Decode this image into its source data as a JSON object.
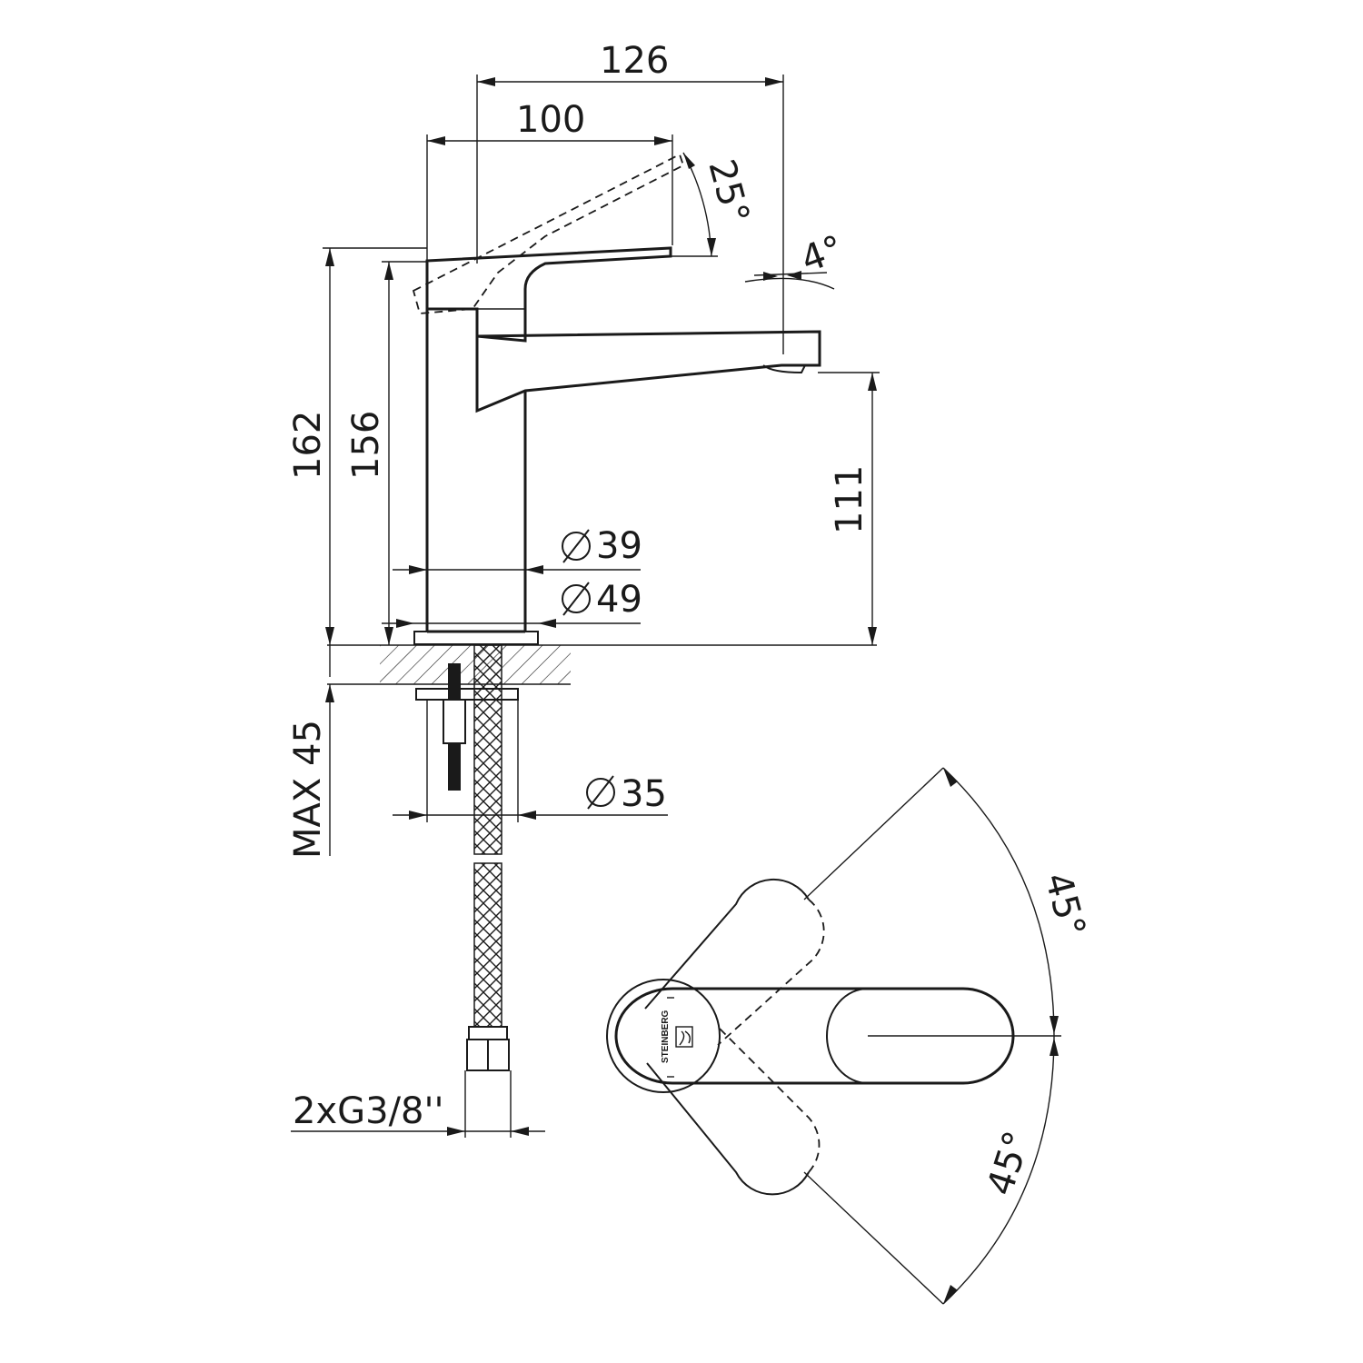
{
  "dimensions": {
    "overall_width": "126",
    "handle_width": "100",
    "handle_tilt_angle": "25°",
    "spout_angle": "4°",
    "total_height": "162",
    "body_height": "156",
    "spout_height": "111",
    "body_diameter": "39",
    "base_diameter": "49",
    "mount_diameter": "35",
    "max_deck_thickness": "MAX 45",
    "hose_connection": "2xG3/8''",
    "rotation_left": "45°",
    "rotation_right": "45°"
  },
  "brand": {
    "name": "STEINBERG"
  },
  "colors": {
    "line": "#1a1a1a",
    "background": "#ffffff"
  }
}
